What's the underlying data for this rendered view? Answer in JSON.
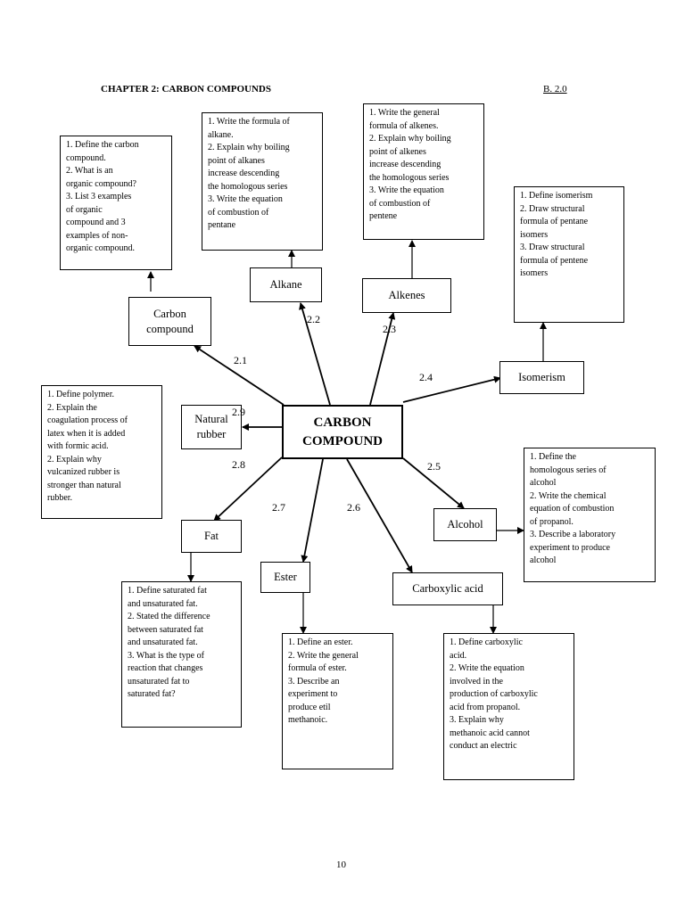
{
  "header": {
    "title": "CHAPTER 2: CARBON COMPOUNDS",
    "ref": "B. 2.0"
  },
  "page_number": "10",
  "central": {
    "line1": "CARBON",
    "line2": "COMPOUND"
  },
  "branches": {
    "carbon_compound": {
      "number": "2.1",
      "line1": "Carbon",
      "line2": "compound",
      "questions": [
        "1. Define the carbon",
        "compound.",
        "2. What is an",
        "organic compound?",
        "3. List 3 examples",
        "of organic",
        "compound and 3",
        "examples of non-",
        "organic compound."
      ]
    },
    "alkane": {
      "number": "2.2",
      "label": "Alkane",
      "questions": [
        "1. Write the formula of",
        "alkane.",
        "2. Explain why boiling",
        "point of alkanes",
        "increase descending",
        "the homologous series",
        "3. Write the equation",
        "of combustion of",
        "pentane"
      ]
    },
    "alkenes": {
      "number": "2.3",
      "label": "Alkenes",
      "questions": [
        "1. Write the general",
        "formula of alkenes.",
        "2. Explain why boiling",
        "point of alkenes",
        "increase descending",
        "the homologous series",
        "3. Write the equation",
        "of combustion of",
        "pentene"
      ]
    },
    "isomerism": {
      "number": "2.4",
      "label": "Isomerism",
      "questions": [
        "1. Define isomerism",
        "2. Draw structural",
        "formula of pentane",
        "isomers",
        "3. Draw structural",
        "formula of pentene",
        "isomers"
      ]
    },
    "alcohol": {
      "number": "2.5",
      "label": "Alcohol",
      "questions": [
        "1. Define the",
        "homologous series of",
        "alcohol",
        "2. Write the chemical",
        "equation of combustion",
        "of propanol.",
        "3. Describe a laboratory",
        "experiment to produce",
        "alcohol"
      ]
    },
    "carboxylic_acid": {
      "number": "2.6",
      "label": "Carboxylic acid",
      "questions": [
        "1. Define carboxylic",
        "acid.",
        "2. Write the equation",
        "involved in the",
        "production of carboxylic",
        "acid from propanol.",
        "3. Explain why",
        "methanoic acid cannot",
        "conduct an electric"
      ]
    },
    "ester": {
      "number": "2.7",
      "label": "Ester",
      "questions": [
        "1. Define an ester.",
        "2. Write the general",
        "formula of ester.",
        "3. Describe an",
        "experiment to",
        "produce etil",
        "methanoic."
      ]
    },
    "fat": {
      "number": "2.8",
      "label": "Fat",
      "questions": [
        "1. Define saturated fat",
        "and unsaturated fat.",
        "2. Stated the difference",
        "between saturated fat",
        "and unsaturated fat.",
        "3. What is the type of",
        "reaction that changes",
        "unsaturated fat to",
        "saturated fat?"
      ]
    },
    "natural_rubber": {
      "number": "2.9",
      "line1": "Natural",
      "line2": "rubber",
      "questions": [
        "1. Define polymer.",
        "2. Explain the",
        "coagulation process of",
        "latex when it is added",
        "with formic acid.",
        "2. Explain why",
        "vulcanized rubber is",
        "stronger than natural",
        "rubber."
      ]
    }
  }
}
